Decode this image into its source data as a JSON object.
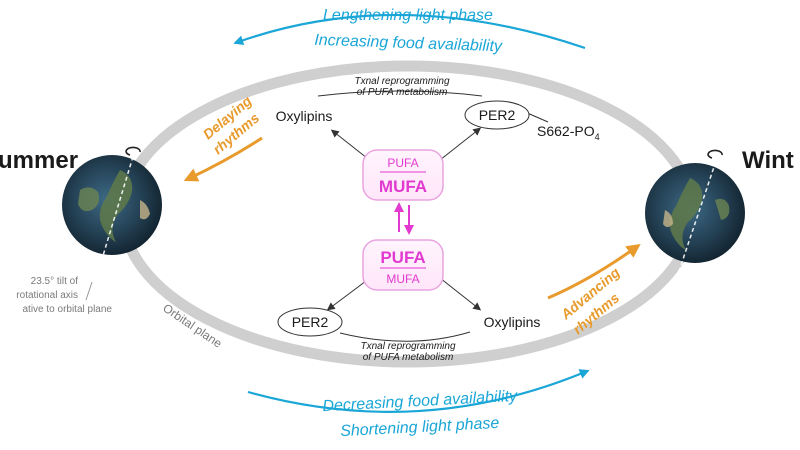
{
  "seasons": {
    "left": "ummer",
    "right": "Wint"
  },
  "outer": {
    "top_line1": "Lengthening light phase",
    "top_line2": "Increasing food availability",
    "bottom_line1": "Decreasing food availability",
    "bottom_line2": "Shortening light phase"
  },
  "rhythms": {
    "left_line1": "Delaying",
    "left_line2": "rhythms",
    "right_line1": "Advancing",
    "right_line2": "rhythms"
  },
  "orbit_label": "Orbital plane",
  "tilt_note": {
    "line1": "23.5° tilt of",
    "line2": "rotational axis",
    "line3": "ative to orbital plane"
  },
  "top_cycle": {
    "oxylipins": "Oxylipins",
    "per2": "PER2",
    "phospho_base": "S662-PO",
    "phospho_sub": "4",
    "txnal_line1": "Txnal reprogramming",
    "txnal_line2": "of PUFA metabolism"
  },
  "bottom_cycle": {
    "oxylipins": "Oxylipins",
    "per2": "PER2",
    "txnal_line1": "Txnal reprogramming",
    "txnal_line2": "of PUFA metabolism"
  },
  "fa_top": {
    "minor": "PUFA",
    "major": "MUFA"
  },
  "fa_bottom": {
    "major": "PUFA",
    "minor": "MUFA"
  },
  "colors": {
    "cyan": "#1aa6d6",
    "orange": "#e89a2c",
    "magenta": "#e23ad0",
    "orbit_grey": "#cfcfcf"
  }
}
